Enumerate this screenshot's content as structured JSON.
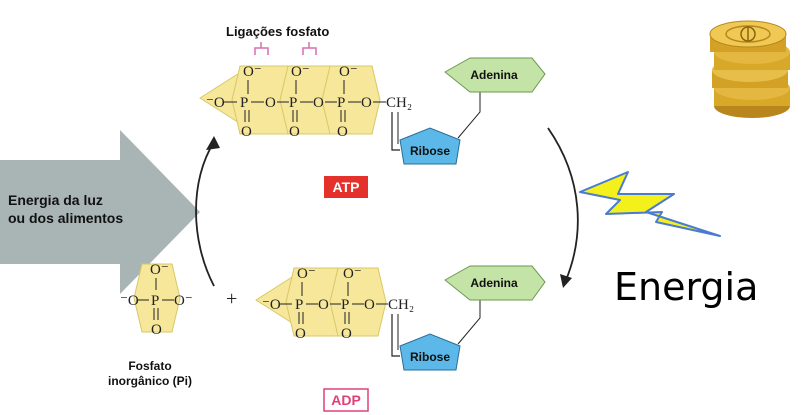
{
  "title": "Ligações fosfato",
  "input_arrow": {
    "line1": "Energia da luz",
    "line2": "ou dos alimentos"
  },
  "atp": {
    "formula_prefix": "-O",
    "label": "ATP",
    "label_color": "#e4312b",
    "base": "Adenina",
    "sugar": "Ribose"
  },
  "adp": {
    "label": "ADP",
    "label_color": "#e0407a",
    "base": "Adenina",
    "sugar": "Ribose"
  },
  "phosphate": {
    "caption_line1": "Fosfato",
    "caption_line2": "inorgânico (Pi)",
    "plus": "+"
  },
  "chem": {
    "O": "O",
    "O_minus": "O⁻",
    "P": "P",
    "CH2": "CH₂",
    "dash_O": "⁻O"
  },
  "output_label": "Energia",
  "colors": {
    "phosphate_fill": "#f6e79a",
    "adenine_fill": "#c4e3a6",
    "ribose_fill": "#5bb8e8",
    "arrow_grey": "#a9b4b4",
    "bolt_fill": "#f4f01c",
    "bolt_stroke": "#4a7bd1",
    "bracket": "#d66fb0",
    "coin_gold": "#d8a928"
  }
}
